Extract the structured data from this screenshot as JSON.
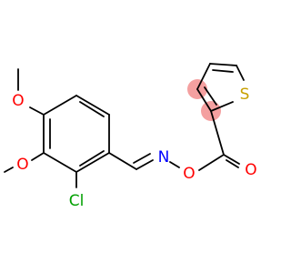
{
  "molecule": {
    "atoms": {
      "o_methoxy_upper": "O",
      "o_methoxy_lower": "O",
      "chlorine": "Cl",
      "nitrogen": "N",
      "o_ester_bridge": "O",
      "o_carbonyl": "O",
      "sulfur": "S"
    },
    "colors": {
      "oxygen": "#ff0000",
      "chlorine": "#00a000",
      "nitrogen": "#0000ff",
      "sulfur": "#c8a000",
      "bond": "#000000",
      "aromatic_highlight": "#f4a0a0"
    }
  }
}
